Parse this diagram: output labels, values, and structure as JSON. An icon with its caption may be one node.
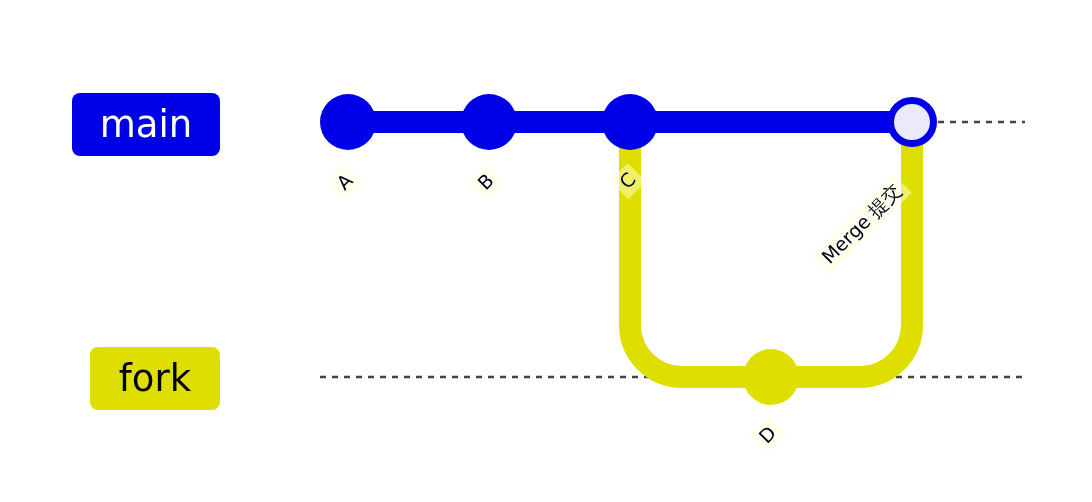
{
  "diagram": {
    "nodes": [
      {
        "text": [
          "main"
        ]
      },
      {
        "text": [
          "fork"
        ]
      },
      {
        "text": [],
        "shape": "circle",
        "beside": [
          "A"
        ]
      },
      {
        "text": [],
        "shape": "circle",
        "beside": [
          "B"
        ]
      },
      {
        "text": [],
        "shape": "circle",
        "beside": [
          "C"
        ]
      },
      {
        "text": [],
        "shape": "circle",
        "beside": [
          "D"
        ]
      },
      {
        "text": [],
        "shape": "circle",
        "beside": [
          "Merge 提交"
        ]
      }
    ],
    "edges": [
      {
        "from": 2,
        "to": 3,
        "arrow": "none"
      },
      {
        "from": 3,
        "to": 4,
        "arrow": "none"
      },
      {
        "from": 4,
        "to": 6,
        "arrow": "none"
      },
      {
        "from": 4,
        "to": 5,
        "arrow": "none",
        "color": "#dede00"
      },
      {
        "from": 5,
        "to": 6,
        "arrow": "none",
        "color": "#dede00"
      }
    ]
  }
}
